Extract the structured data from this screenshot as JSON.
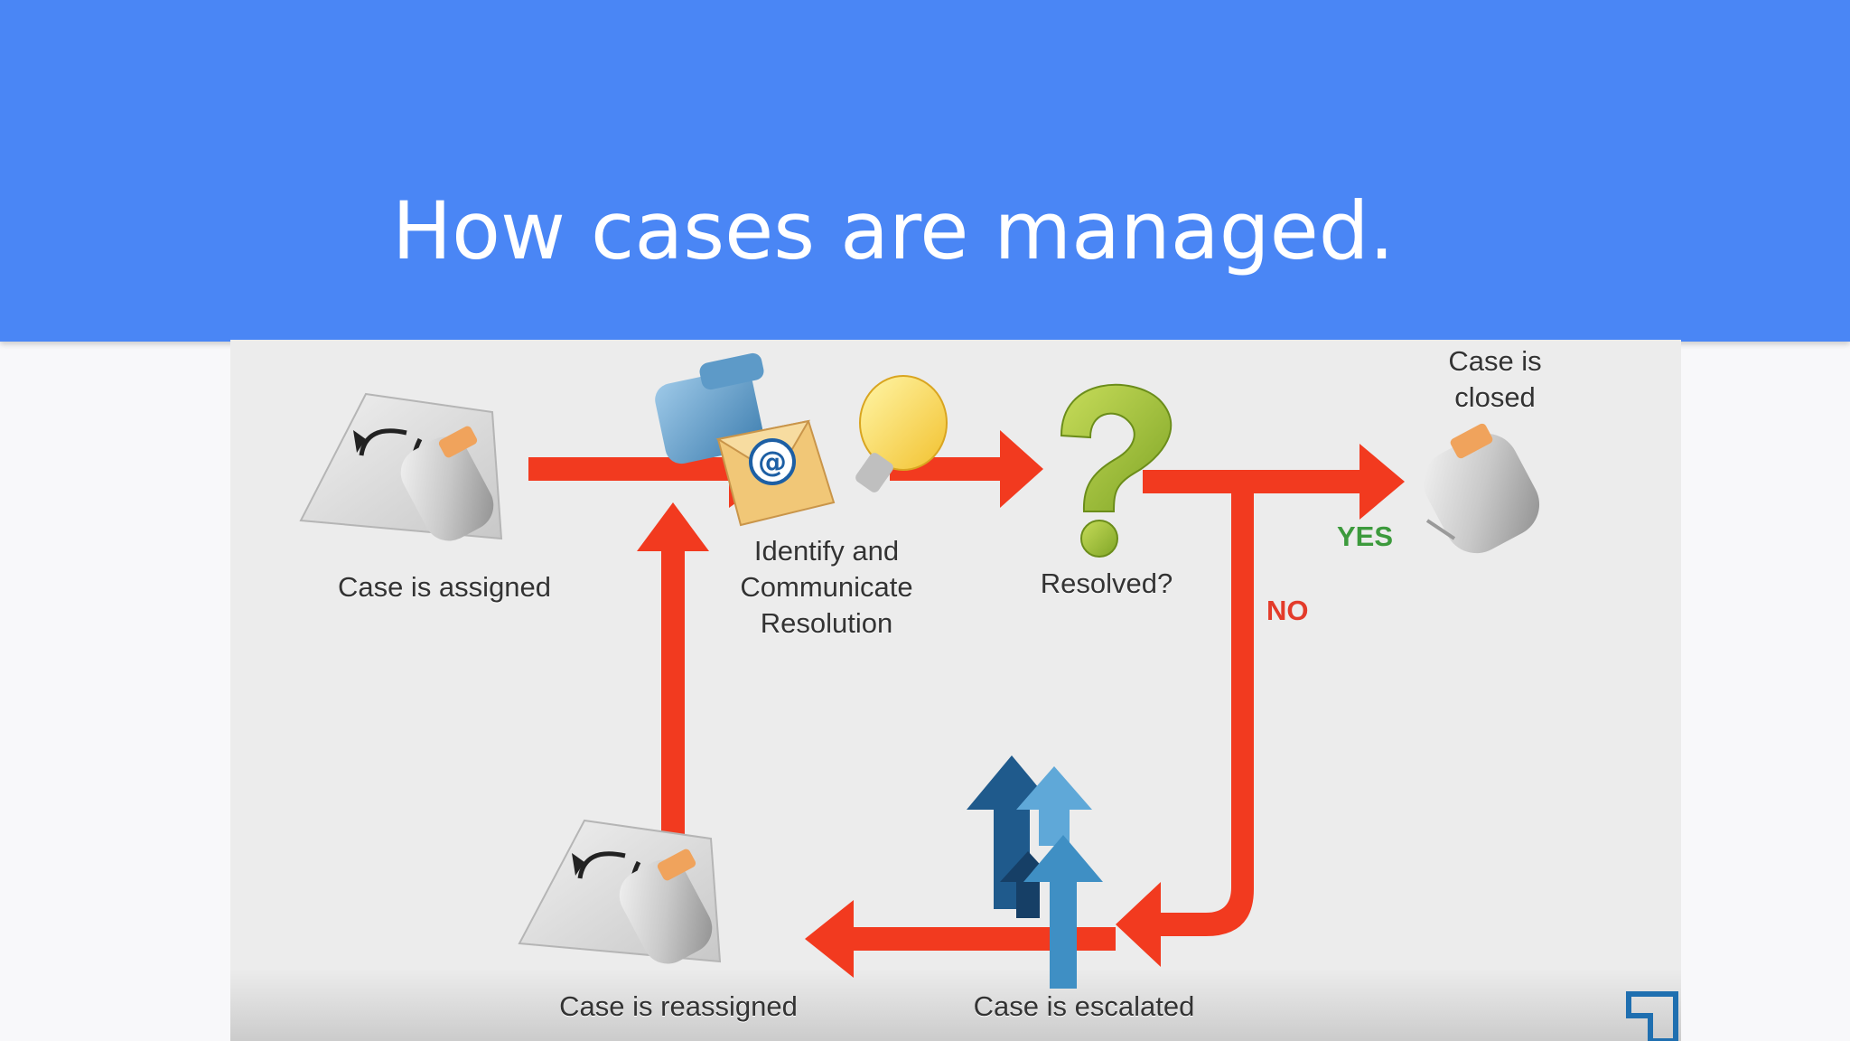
{
  "slide": {
    "title": "How cases are managed."
  },
  "diagram": {
    "nodes": {
      "assigned": "Case is assigned",
      "identify": [
        "Identify and",
        "Communicate",
        "Resolution"
      ],
      "resolved": "Resolved?",
      "closed": [
        "Case is",
        "closed"
      ],
      "reassigned": "Case is reassigned",
      "escalated": "Case is escalated"
    },
    "branch_labels": {
      "yes": "YES",
      "no": "NO"
    },
    "icons": {
      "assigned": "case-folder-refresh-icon",
      "identify": "phone-email-idea-icon",
      "resolved": "question-mark-icon",
      "closed": "case-folder-icon",
      "reassigned": "case-folder-refresh-icon",
      "escalated": "escalation-arrows-icon"
    },
    "colors": {
      "flow_arrow": "#f23a1f",
      "yes": "#3c9a3c",
      "no": "#e33b2a",
      "question": "#9cc23a",
      "escalation_dark": "#1f5a8c",
      "escalation_light": "#5fa8d8"
    }
  }
}
